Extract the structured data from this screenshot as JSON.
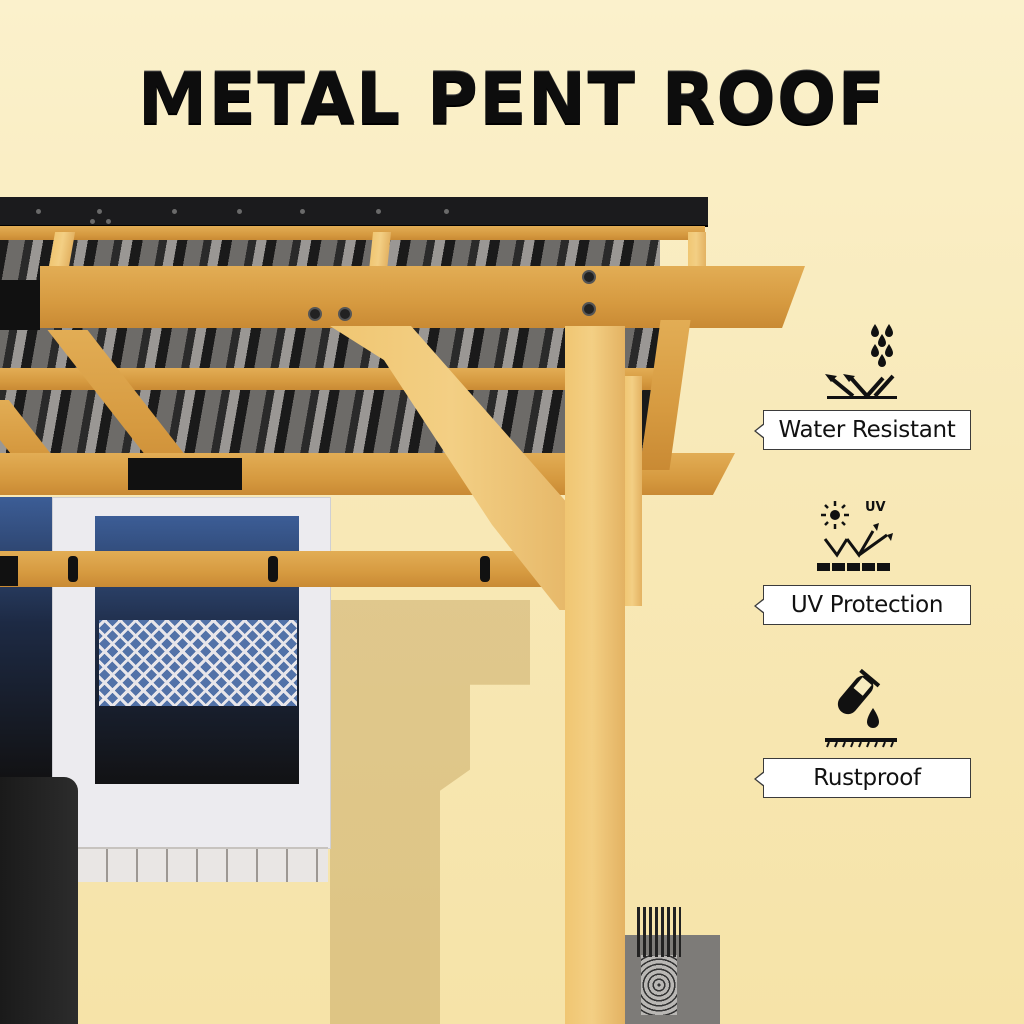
{
  "title": "METAL PENT ROOF",
  "colors": {
    "background": "#f8ecbf",
    "title_text": "#0d0d0d",
    "roof_metal": "#1b1b1d",
    "wood": "#d69a40",
    "label_bg": "#ffffff",
    "label_border": "#3b3b3b"
  },
  "features": [
    {
      "label": "Water Resistant",
      "icon": "water-drops-deflect-icon"
    },
    {
      "label": "UV Protection",
      "icon": "uv-sun-reflect-icon",
      "icon_text": "UV"
    },
    {
      "label": "Rustproof",
      "icon": "test-tube-drip-icon"
    }
  ],
  "scene": {
    "subject": "wooden pergola with black metal pent roof",
    "elements": [
      "metal roof panel",
      "wooden beams",
      "diagonal brace",
      "post",
      "window",
      "grill",
      "utensil cart"
    ]
  }
}
